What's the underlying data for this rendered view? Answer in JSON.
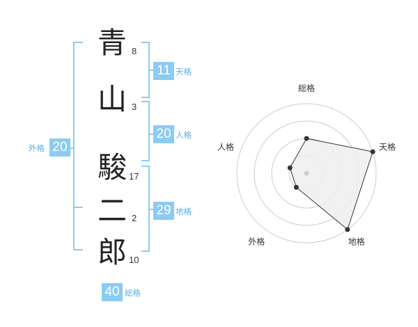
{
  "name": {
    "characters": [
      {
        "char": "青",
        "strokes": "8"
      },
      {
        "char": "山",
        "strokes": "3"
      },
      {
        "char": "駿",
        "strokes": "17"
      },
      {
        "char": "二",
        "strokes": "2"
      },
      {
        "char": "郎",
        "strokes": "10"
      }
    ]
  },
  "kakaku": {
    "tenkaku": {
      "value": "11",
      "label": "天格"
    },
    "jinkaku": {
      "value": "20",
      "label": "人格"
    },
    "chikaku": {
      "value": "29",
      "label": "地格"
    },
    "gaikaku": {
      "value": "20",
      "label": "外格"
    },
    "soukaku": {
      "value": "40",
      "label": "総格"
    }
  },
  "radar": {
    "axes": [
      "総格",
      "天格",
      "地格",
      "外格",
      "人格"
    ],
    "levels": 4,
    "scores": [
      2,
      4,
      4,
      1,
      1
    ],
    "colors": {
      "fill": "#eeeeee",
      "stroke": "#333333",
      "grid": "#cccccc",
      "center": "#cccccc"
    }
  },
  "colors": {
    "accent": "#8ccbf2",
    "label": "#5ab0e6"
  }
}
